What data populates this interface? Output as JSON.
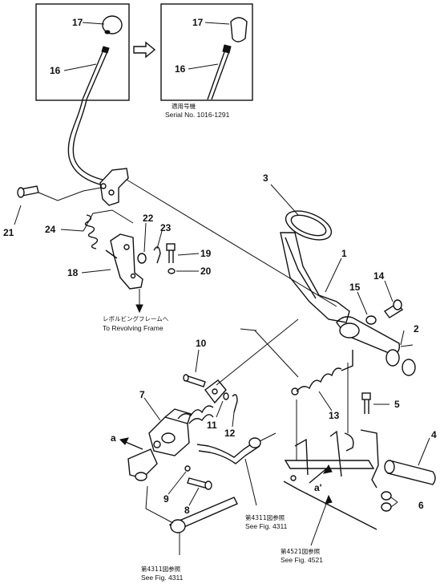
{
  "part_labels": {
    "p1": "1",
    "p2": "2",
    "p3": "3",
    "p4": "4",
    "p5": "5",
    "p6": "6",
    "p7": "7",
    "p8": "8",
    "p9": "9",
    "p10": "10",
    "p11": "11",
    "p12": "12",
    "p13": "13",
    "p14": "14",
    "p15": "15",
    "p16a": "16",
    "p16b": "16",
    "p17a": "17",
    "p17b": "17",
    "p18": "18",
    "p19": "19",
    "p20": "20",
    "p21": "21",
    "p22": "22",
    "p23": "23",
    "p24": "24",
    "arrow_a_left": "a",
    "arrow_a_right": "a'"
  },
  "notes": {
    "serial_jp": "適用号機",
    "serial_en": "Serial No. 1016-1291",
    "revolving_jp": "レボルビングフレームへ",
    "revolving_en": "To Revolving Frame",
    "fig4311_mid_jp": "第4311図参照",
    "fig4311_mid_en": "See Fig. 4311",
    "fig4521_jp": "第4521図参照",
    "fig4521_en": "See Fig. 4521",
    "fig4311_bottom_jp": "第4311図参照",
    "fig4311_bottom_en": "See Fig. 4311"
  },
  "colors": {
    "ink": "#111111",
    "paper": "#ffffff"
  }
}
